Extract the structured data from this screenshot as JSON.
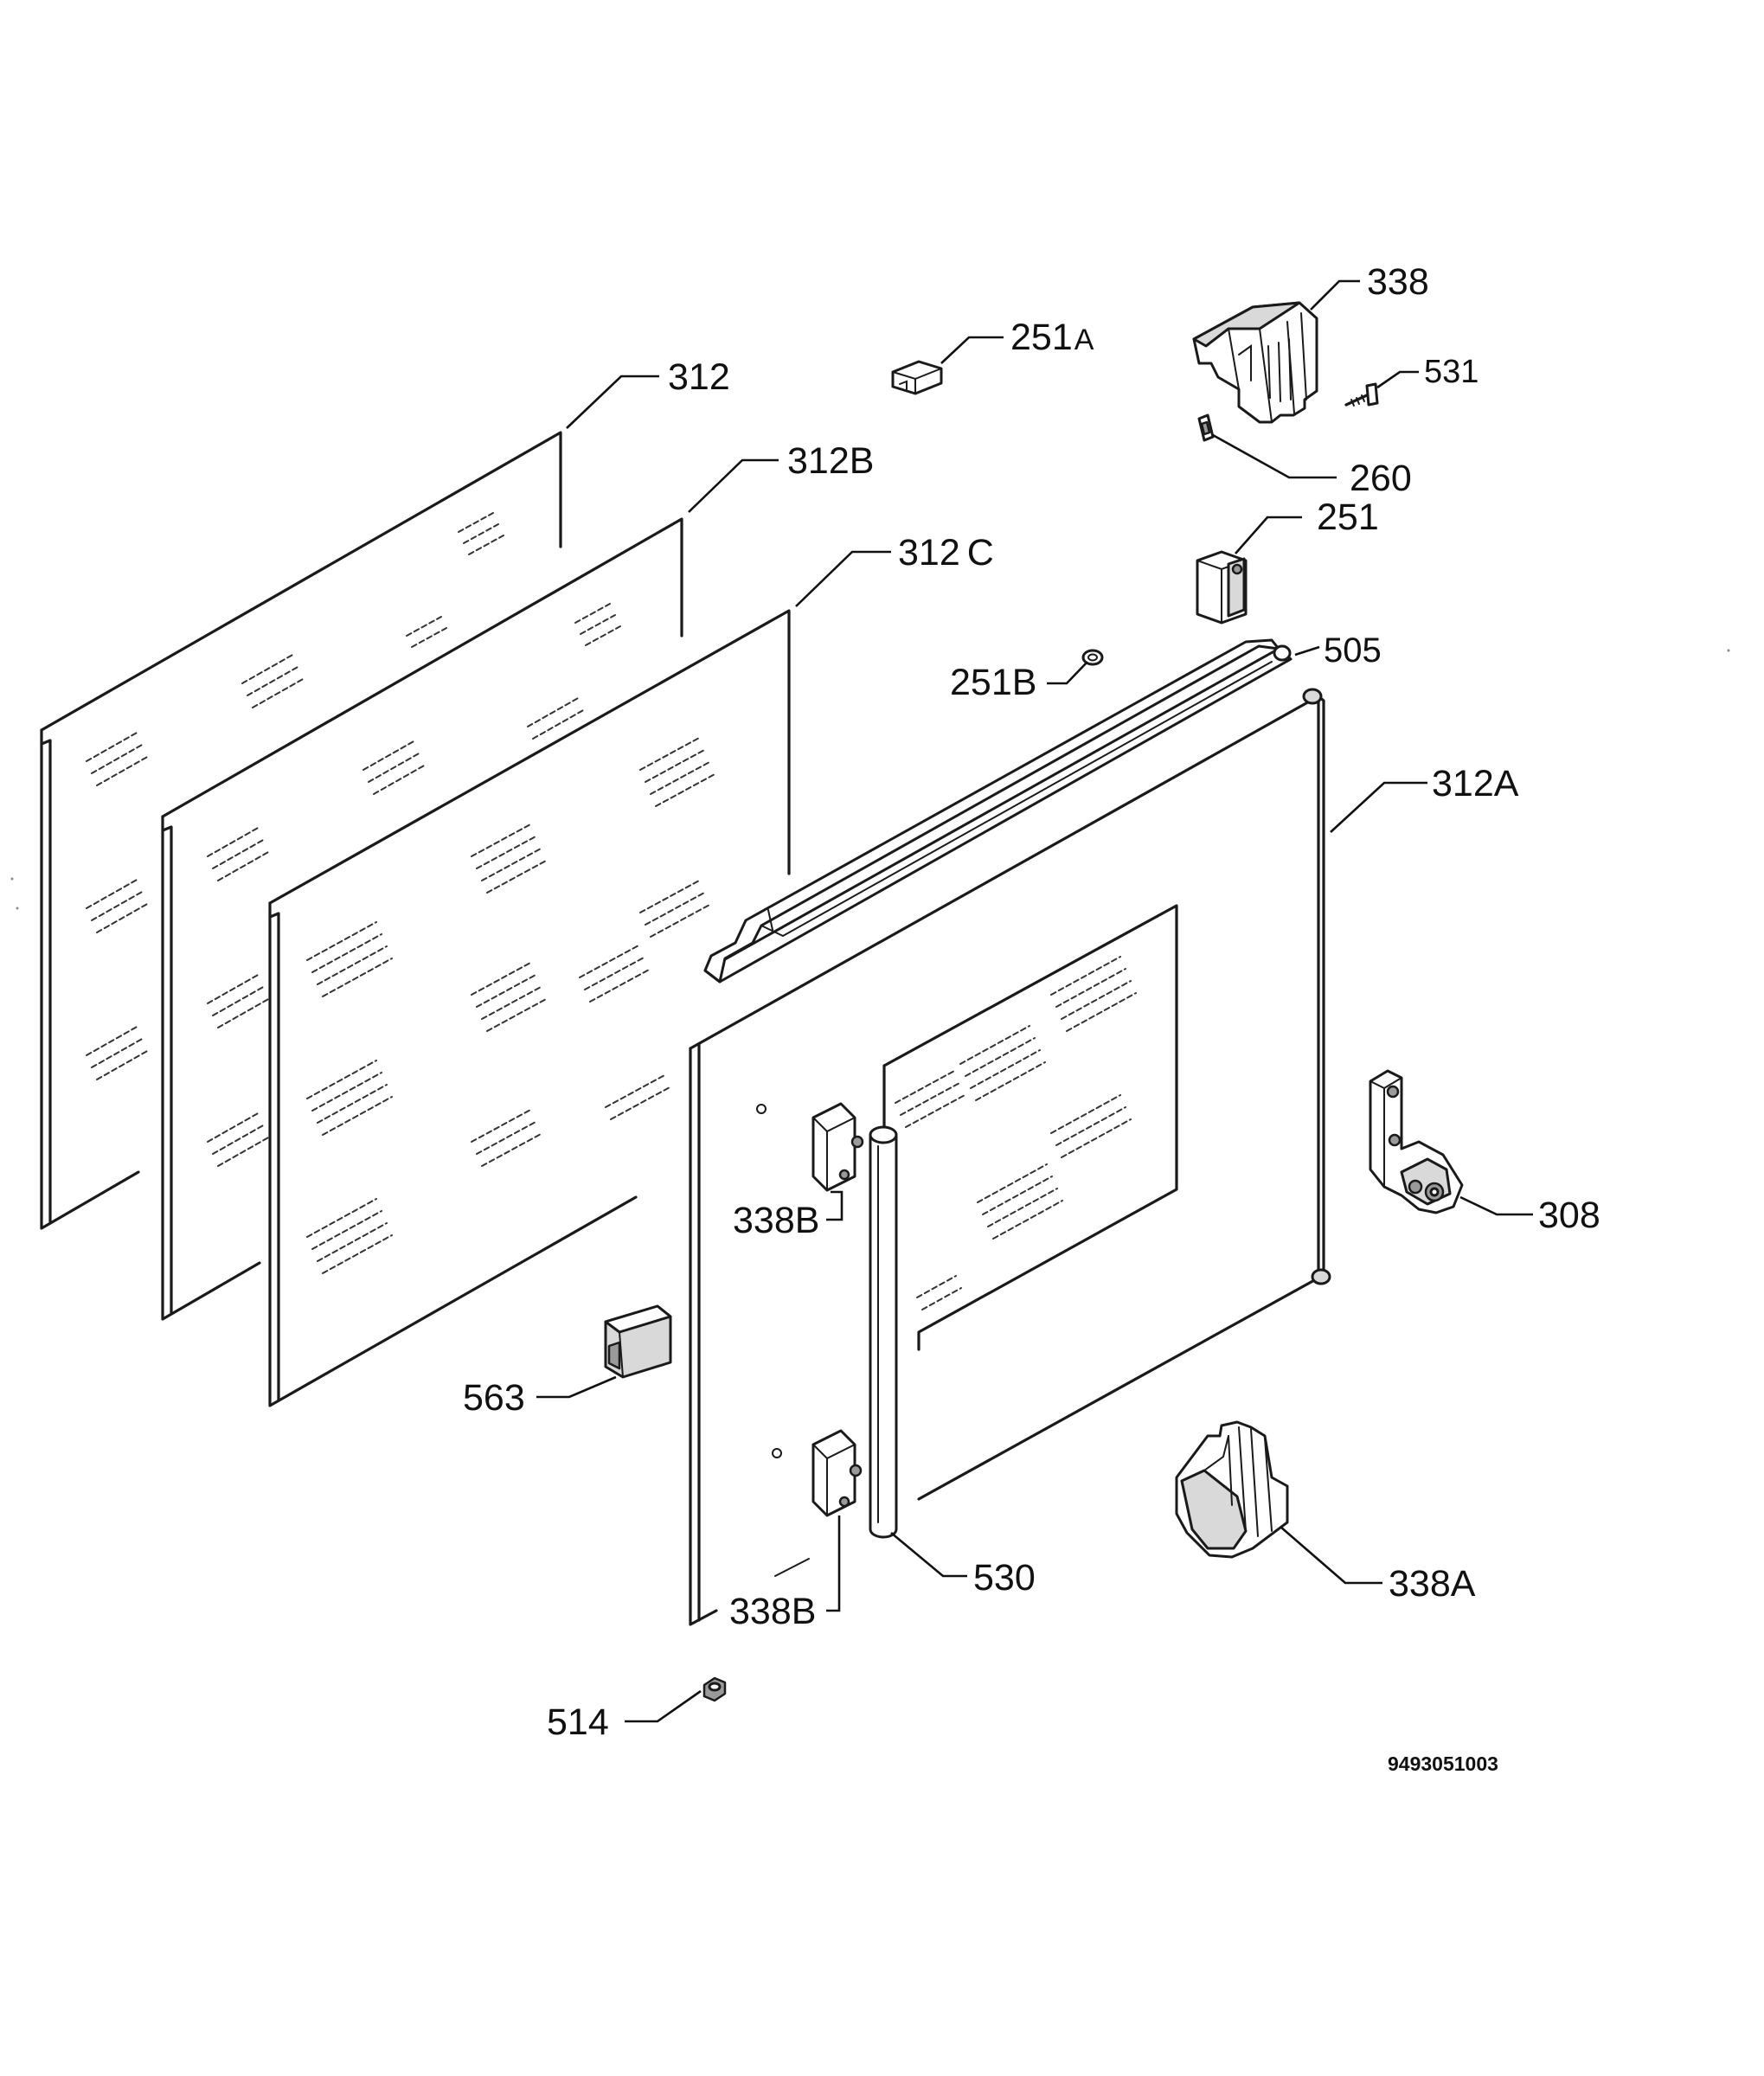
{
  "diagram": {
    "type": "exploded parts diagram",
    "drawing_number": "9493051003",
    "callouts": [
      {
        "id": "c312",
        "label": "312"
      },
      {
        "id": "c312B",
        "label": "312B"
      },
      {
        "id": "c312C",
        "label": "312",
        "suffix": "C"
      },
      {
        "id": "c251A",
        "label": "251",
        "suffix": "A"
      },
      {
        "id": "c338",
        "label": "338"
      },
      {
        "id": "c531",
        "label": "531"
      },
      {
        "id": "c260",
        "label": "260"
      },
      {
        "id": "c251",
        "label": "251"
      },
      {
        "id": "c505",
        "label": "505"
      },
      {
        "id": "c251B",
        "label": "251B"
      },
      {
        "id": "c312A",
        "label": "312A"
      },
      {
        "id": "c308",
        "label": "308"
      },
      {
        "id": "c338B1",
        "label": "338B"
      },
      {
        "id": "c563",
        "label": "563"
      },
      {
        "id": "c530",
        "label": "530"
      },
      {
        "id": "c338A",
        "label": "338A"
      },
      {
        "id": "c338B2",
        "label": "338B"
      },
      {
        "id": "c514",
        "label": "514"
      }
    ]
  }
}
